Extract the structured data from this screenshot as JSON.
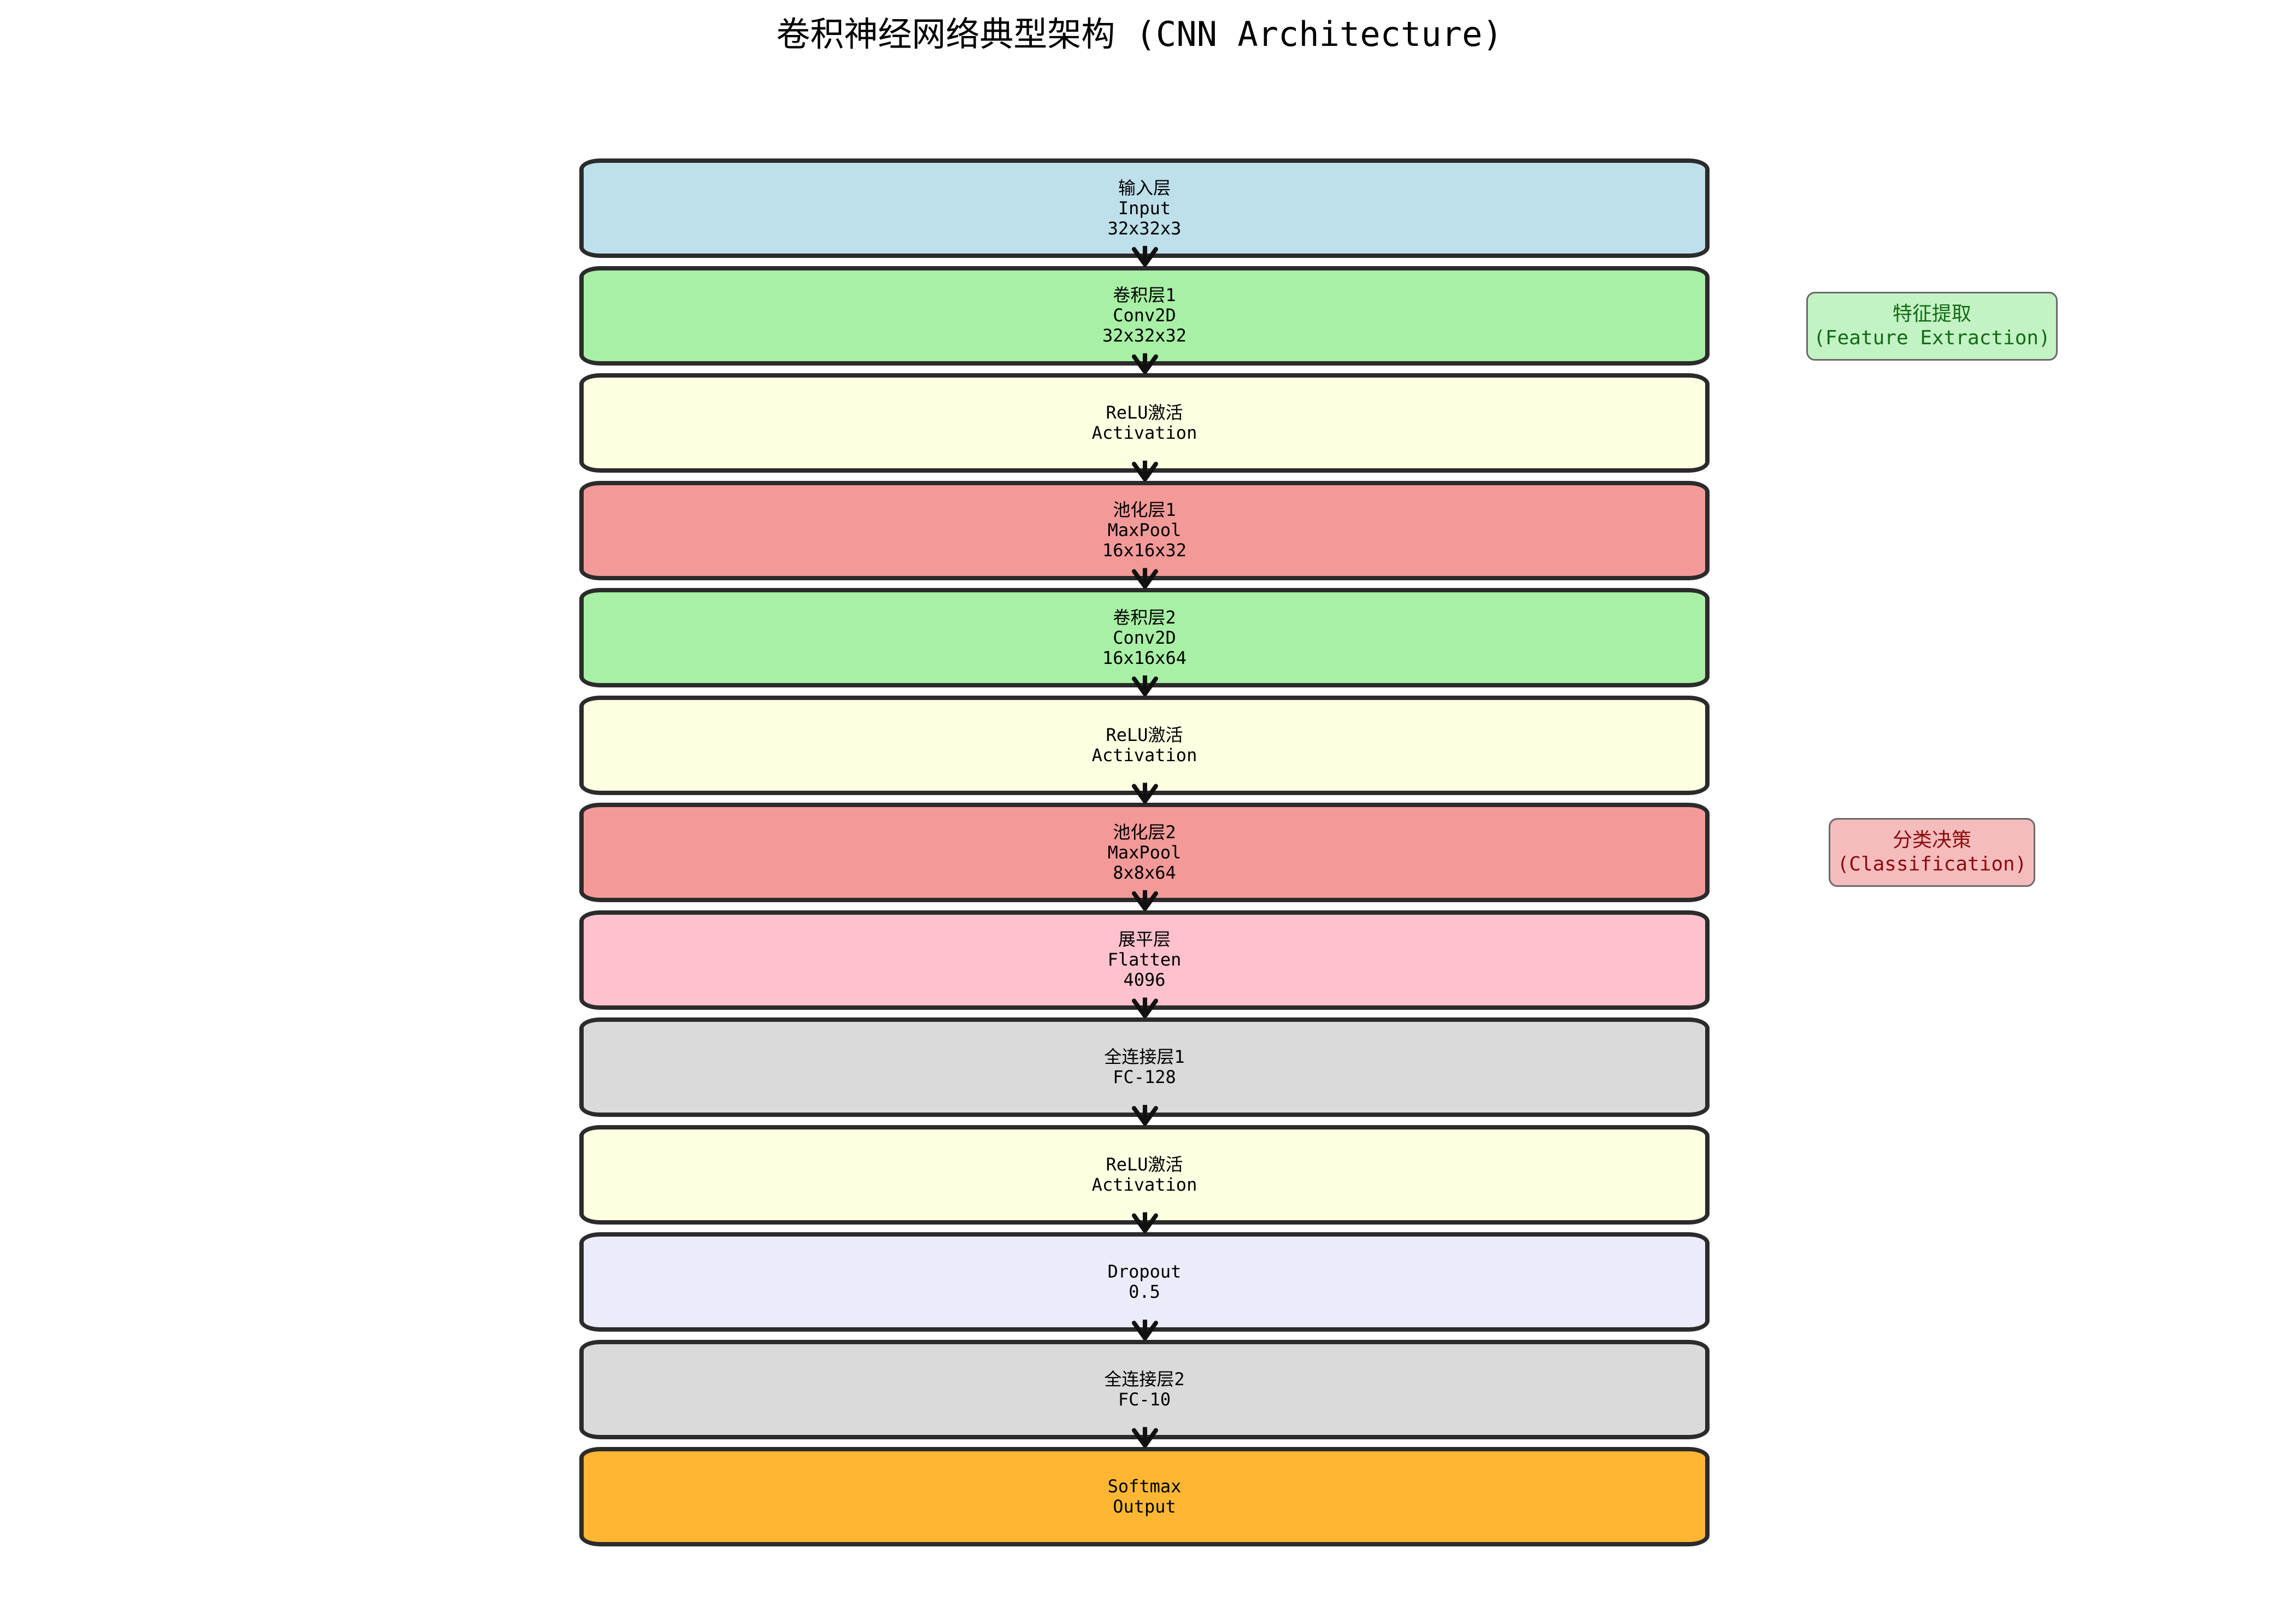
{
  "title": "卷积神经网络典型架构 (CNN Architecture)",
  "layers": [
    {
      "lines": [
        "输入层",
        "Input",
        "32x32x3"
      ],
      "color": "#bde0eb"
    },
    {
      "lines": [
        "卷积层1",
        "Conv2D",
        "32x32x32"
      ],
      "color": "#a8f0a5"
    },
    {
      "lines": [
        "ReLU激活",
        "Activation"
      ],
      "color": "#ffffe2"
    },
    {
      "lines": [
        "池化层1",
        "MaxPool",
        "16x16x32"
      ],
      "color": "#f39a99"
    },
    {
      "lines": [
        "卷积层2",
        "Conv2D",
        "16x16x64"
      ],
      "color": "#a8f0a5"
    },
    {
      "lines": [
        "ReLU激活",
        "Activation"
      ],
      "color": "#ffffe2"
    },
    {
      "lines": [
        "池化层2",
        "MaxPool",
        "8x8x64"
      ],
      "color": "#f39a99"
    },
    {
      "lines": [
        "展平层",
        "Flatten",
        "4096"
      ],
      "color": "#fec1cd"
    },
    {
      "lines": [
        "全连接层1",
        "FC-128"
      ],
      "color": "#dadada"
    },
    {
      "lines": [
        "ReLU激活",
        "Activation"
      ],
      "color": "#ffffe2"
    },
    {
      "lines": [
        "Dropout",
        "0.5"
      ],
      "color": "#ebebfb"
    },
    {
      "lines": [
        "全连接层2",
        "FC-10"
      ],
      "color": "#dadada"
    },
    {
      "lines": [
        "Softmax",
        "Output"
      ],
      "color": "#ffb733"
    }
  ],
  "annotations": {
    "feature": {
      "title": "特征提取",
      "subtitle": "(Feature Extraction)",
      "bg": "#c3f2c5",
      "text_color": "#136b13"
    },
    "classification": {
      "title": "分类决策",
      "subtitle": "(Classification)",
      "bg": "#f5bcbe",
      "text_color": "#8b0b0b"
    }
  }
}
